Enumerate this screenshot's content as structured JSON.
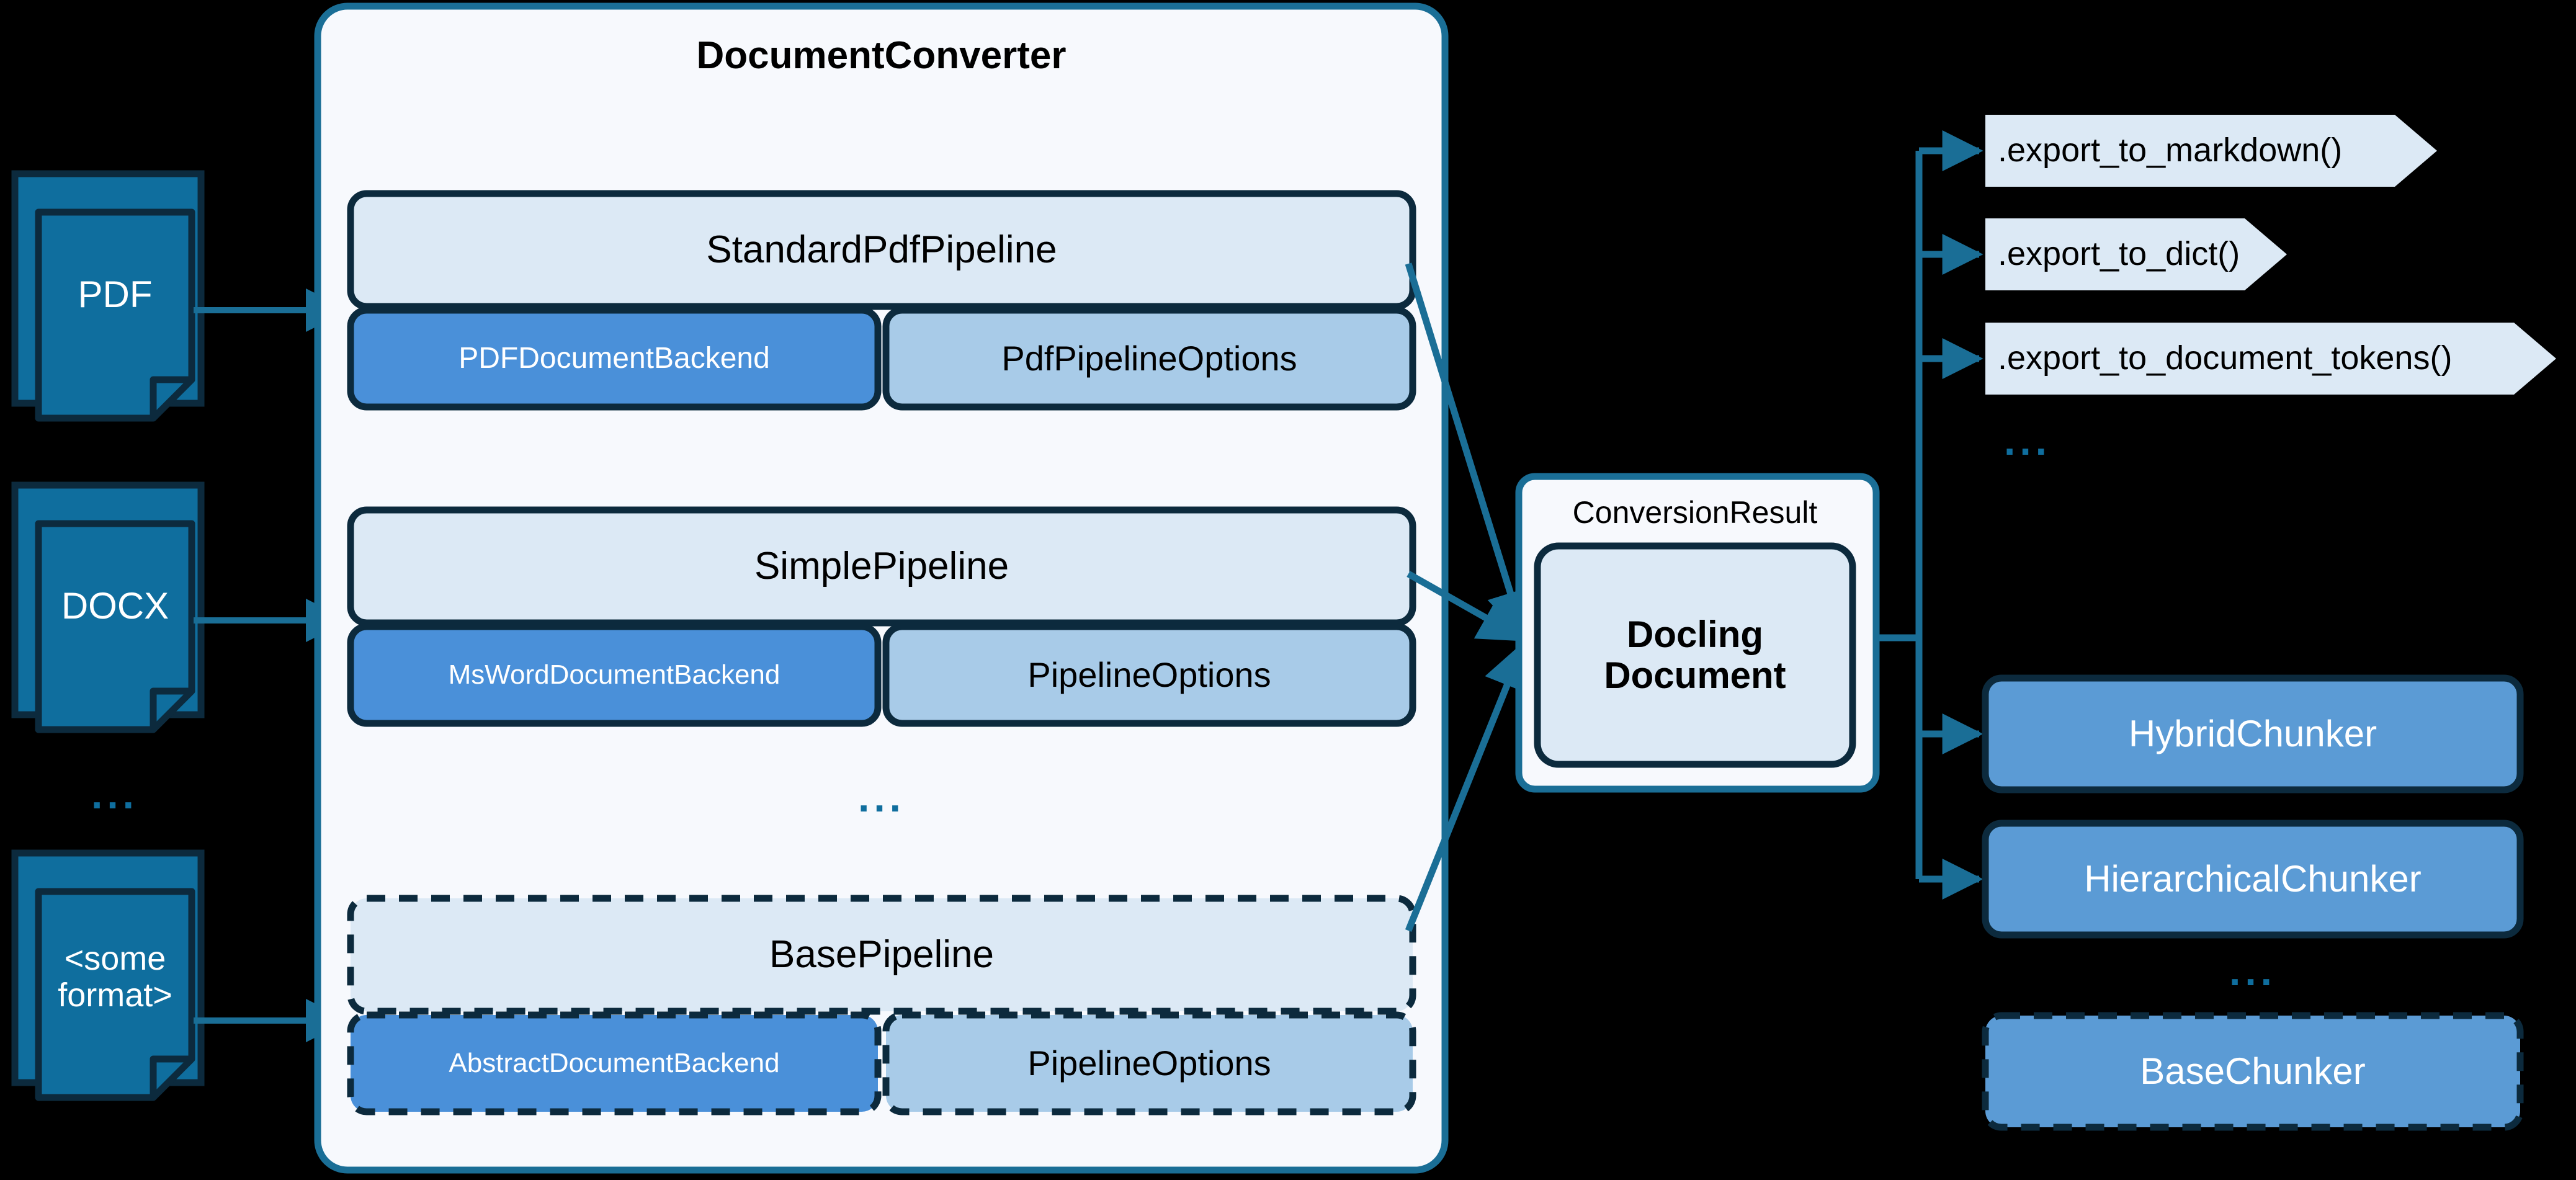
{
  "diagram": {
    "title": "Docling DocumentConverter architecture",
    "background_color": "#000000",
    "accent_color": "#0f6e9e",
    "border_dark": "#0c2a3d",
    "panel_fill": "#f7f9fd",
    "pipeline_header_fill": "#dce9f5",
    "backend_fill": "#4a90d9",
    "options_fill": "#a8cbe8",
    "export_fill": "#dce9f5",
    "chunker_fill": "#5b9bd5",
    "doc_icon_fill": "#0f6e9e"
  },
  "inputs": {
    "documents": [
      {
        "label": "PDF"
      },
      {
        "label": "DOCX"
      },
      {
        "label": "<some\nformat>",
        "line1": "<some",
        "line2": "format>"
      }
    ],
    "ellipsis": "..."
  },
  "converter": {
    "title": "DocumentConverter",
    "ellipsis": "...",
    "pipelines": [
      {
        "name": "StandardPdfPipeline",
        "backend": "PDFDocumentBackend",
        "options": "PdfPipelineOptions",
        "border_style": "solid"
      },
      {
        "name": "SimplePipeline",
        "backend": "MsWordDocumentBackend",
        "options": "PipelineOptions",
        "border_style": "solid"
      },
      {
        "name": "BasePipeline",
        "backend": "AbstractDocumentBackend",
        "options": "PipelineOptions",
        "border_style": "dashed"
      }
    ]
  },
  "result": {
    "container_label": "ConversionResult",
    "document_line1": "Docling",
    "document_line2": "Document"
  },
  "exports": {
    "items": [
      {
        "label": ".export_to_markdown()"
      },
      {
        "label": ".export_to_dict()"
      },
      {
        "label": ".export_to_document_tokens()"
      }
    ],
    "ellipsis": "..."
  },
  "chunkers": {
    "items": [
      {
        "label": "HybridChunker",
        "border_style": "solid"
      },
      {
        "label": "HierarchicalChunker",
        "border_style": "solid"
      },
      {
        "label": "BaseChunker",
        "border_style": "dashed"
      }
    ],
    "ellipsis": "..."
  }
}
